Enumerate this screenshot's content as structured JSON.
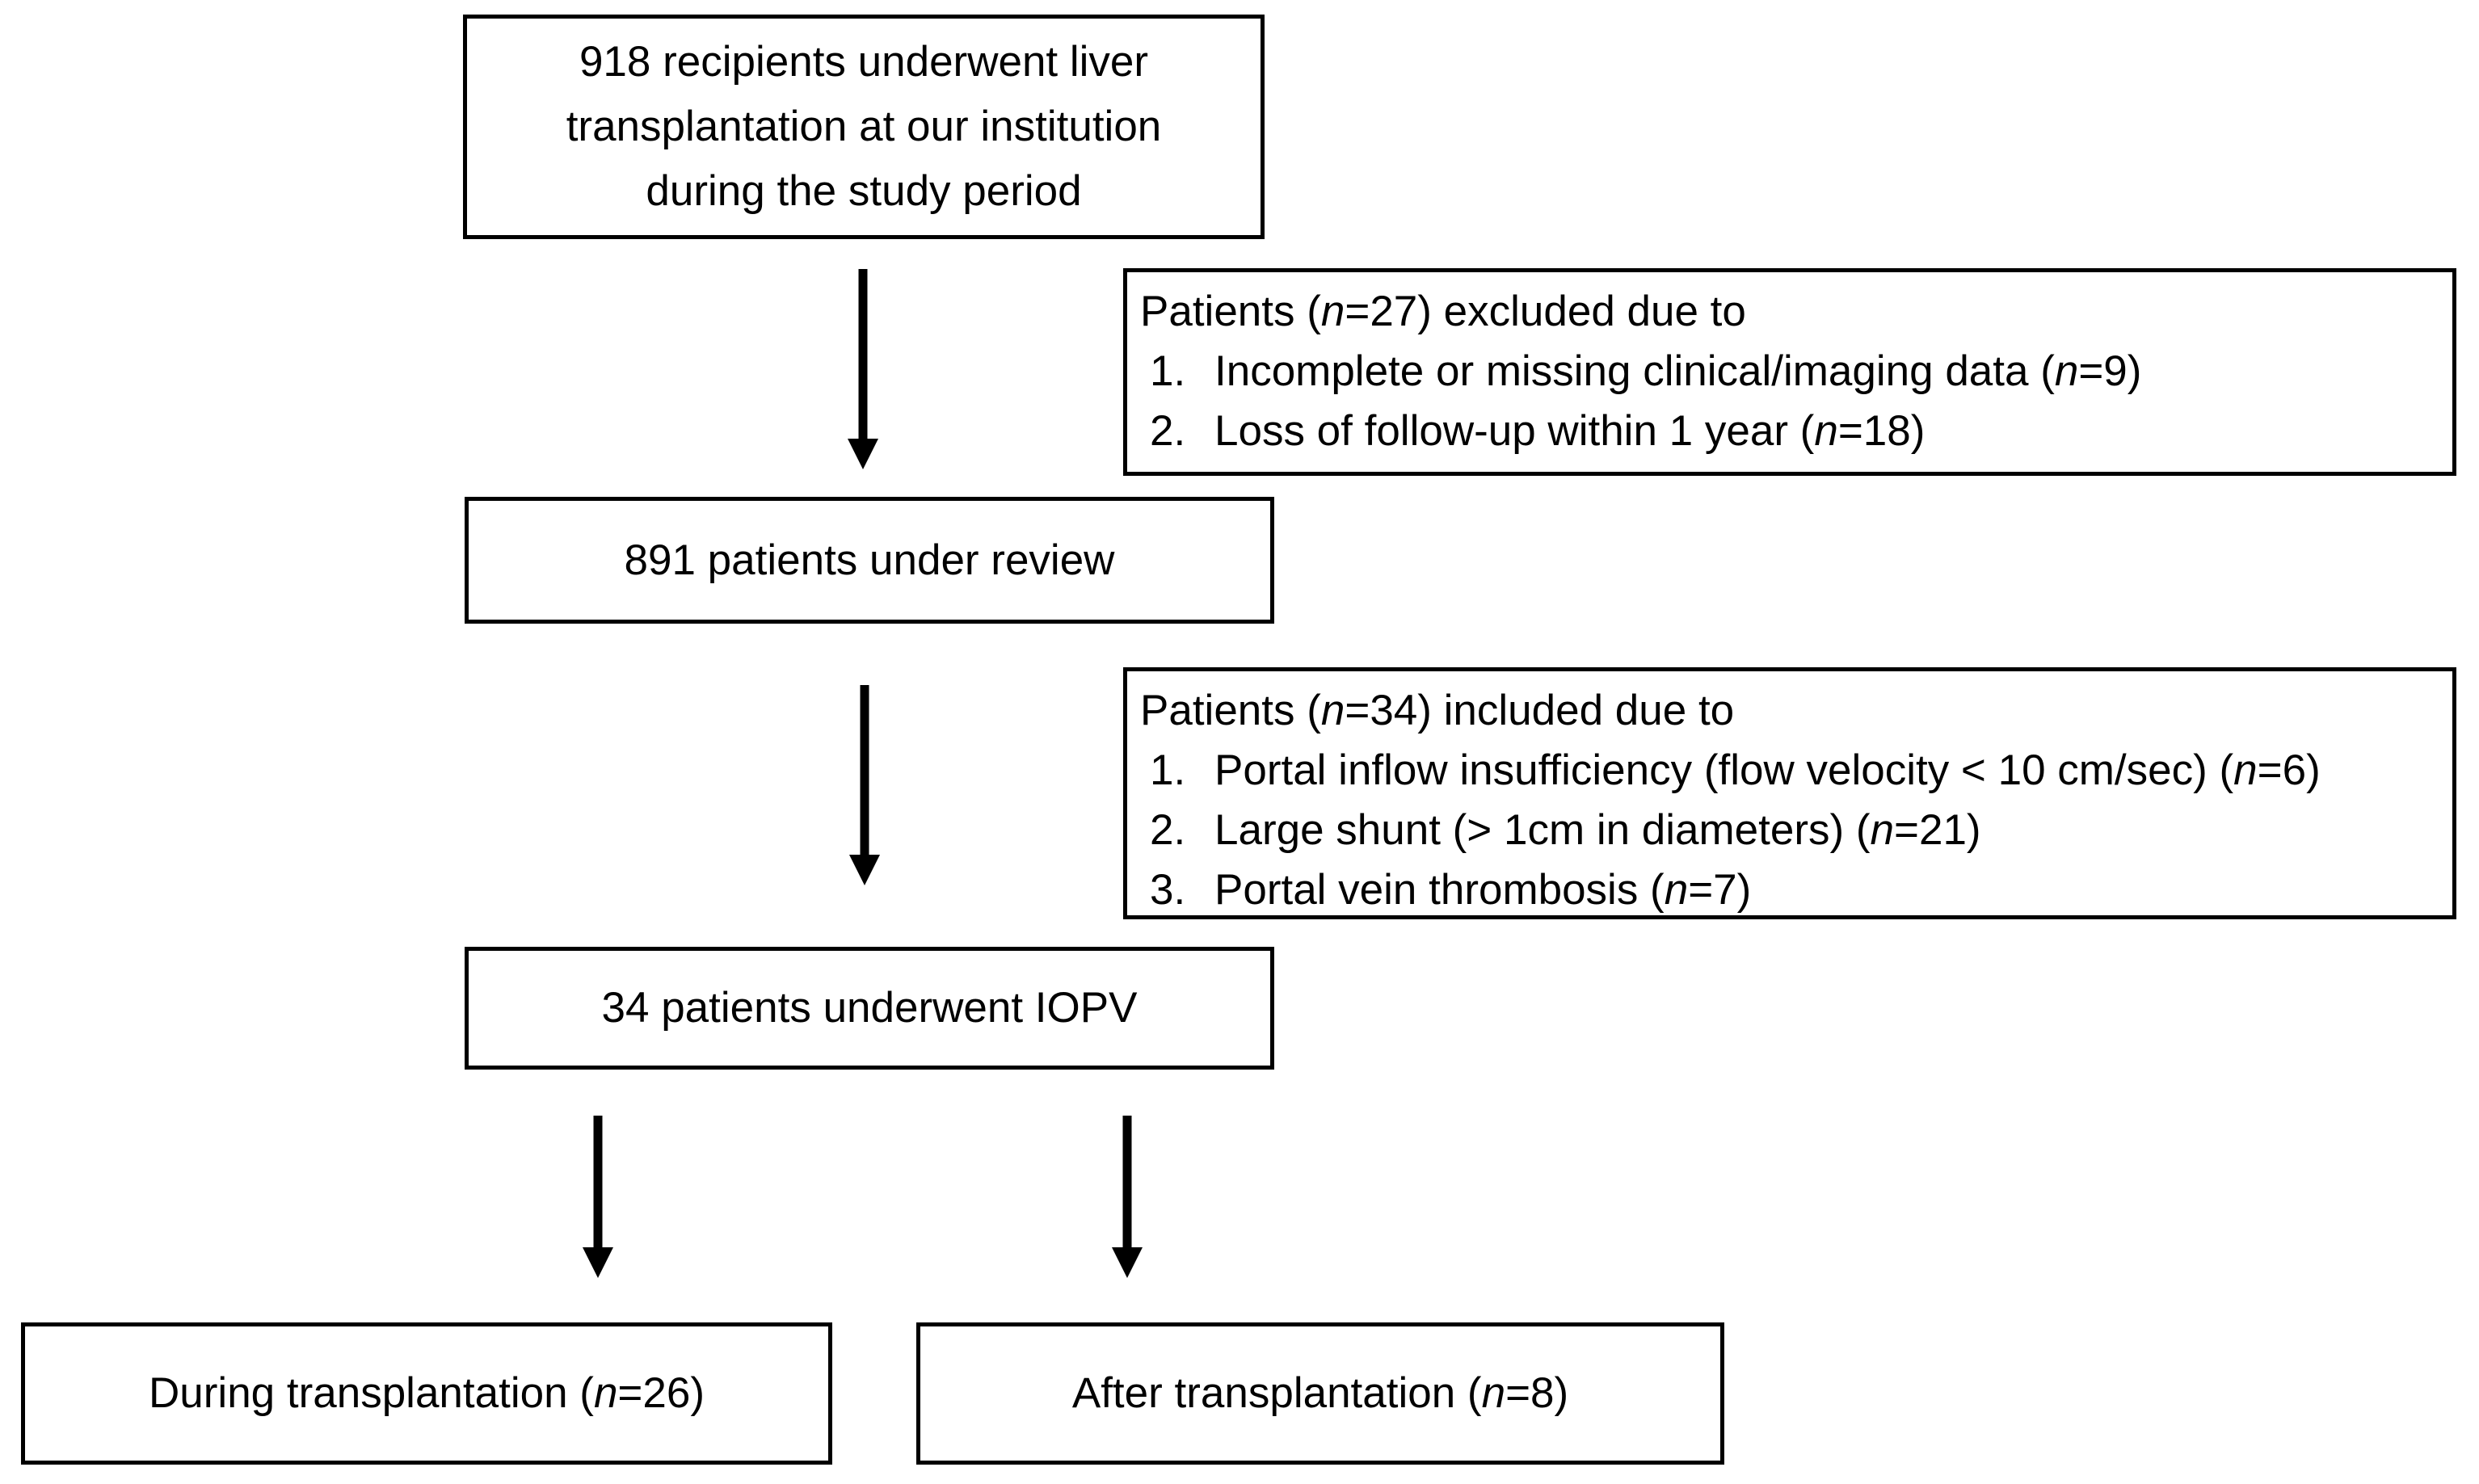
{
  "colors": {
    "background": "#ffffff",
    "text": "#000000",
    "line": "#000000"
  },
  "flow": {
    "enrollment": {
      "lines": [
        "918 recipients underwent liver",
        "transplantation at our institution",
        "during the study period"
      ]
    },
    "excluded": {
      "title": [
        {
          "t": "Patients ("
        },
        {
          "t": "n",
          "i": true
        },
        {
          "t": "=27) excluded due to"
        }
      ],
      "items": [
        {
          "num": "1.",
          "text": [
            {
              "t": "Incomplete or missing clinical/imaging data ("
            },
            {
              "t": "n",
              "i": true
            },
            {
              "t": "=9)"
            }
          ]
        },
        {
          "num": "2.",
          "text": [
            {
              "t": "Loss of follow-up within 1 year ("
            },
            {
              "t": "n",
              "i": true
            },
            {
              "t": "=18)"
            }
          ]
        }
      ]
    },
    "review": {
      "text": "891 patients under review"
    },
    "included": {
      "title": [
        {
          "t": "Patients ("
        },
        {
          "t": "n",
          "i": true
        },
        {
          "t": "=34) included due to"
        }
      ],
      "items": [
        {
          "num": "1.",
          "text": [
            {
              "t": "Portal inflow insufficiency (flow velocity < 10 cm/sec) ("
            },
            {
              "t": "n",
              "i": true
            },
            {
              "t": "=6)"
            }
          ]
        },
        {
          "num": "2.",
          "text": [
            {
              "t": "Large shunt (> 1cm in diameters) ("
            },
            {
              "t": "n",
              "i": true
            },
            {
              "t": "=21)"
            }
          ]
        },
        {
          "num": "3.",
          "text": [
            {
              "t": "Portal vein thrombosis ("
            },
            {
              "t": "n",
              "i": true
            },
            {
              "t": "=7)"
            }
          ]
        }
      ]
    },
    "iopv": {
      "text": "34 patients underwent IOPV"
    },
    "outcomes": {
      "during": [
        {
          "t": "During transplantation ("
        },
        {
          "t": "n",
          "i": true
        },
        {
          "t": "=26)"
        }
      ],
      "after": [
        {
          "t": "After transplantation ("
        },
        {
          "t": "n",
          "i": true
        },
        {
          "t": "=8)"
        }
      ]
    }
  }
}
